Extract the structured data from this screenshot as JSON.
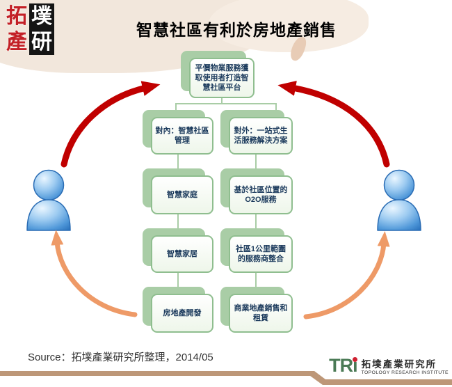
{
  "slide": {
    "title": "智慧社區有利於房地產銷售",
    "source_line": "Source：拓墣產業研究所整理，2014/05"
  },
  "brand": {
    "chars": [
      "拓",
      "墣",
      "產",
      "研"
    ]
  },
  "diagram": {
    "root": "平價物業服務獲取使用者打造智慧社區平台",
    "left": [
      "對內：智慧社區管理",
      "智慧家庭",
      "智慧家居",
      "房地產開發"
    ],
    "right": [
      "對外：一站式生活服務解決方案",
      "基於社區位置的O2O服務",
      "社區1公里範圍的服務商整合",
      "商業地產銷售和租賃"
    ]
  },
  "footer": {
    "tri_text": "TRi",
    "org_zh": "拓墣產業研究所",
    "org_en": "TOPOLOGY RESEARCH INSTITUTE"
  },
  "icons": {
    "left_person": "person-icon",
    "right_person": "person-icon",
    "tri_dot": "red-dot-icon"
  },
  "colors": {
    "box_back_green": "#a9cda6",
    "box_border_green": "#8fbe8f",
    "box_text_navy": "#1b3a5c",
    "arrow_red": "#c00000",
    "arrow_orange": "#ee9a67",
    "band_tan": "#bd9778",
    "brand_red": "#c32026",
    "tri_green": "#4a7a55",
    "person_blue": "#2a72bd"
  }
}
